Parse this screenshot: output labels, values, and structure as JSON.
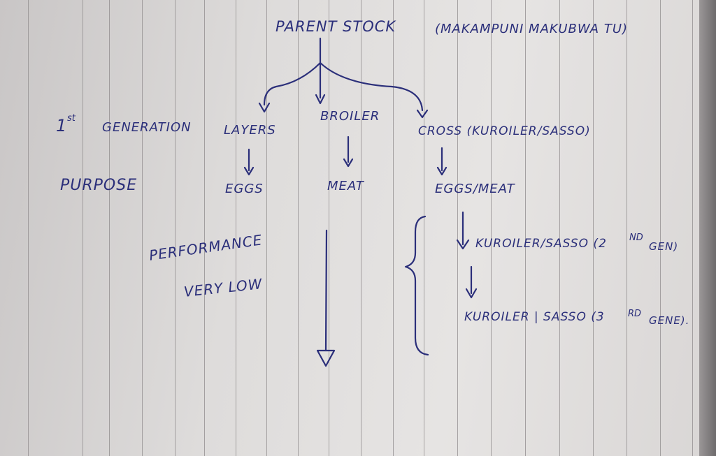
{
  "root": {
    "label": "PARENT STOCK",
    "note": "(MAKAMPUNI MAKUBWA TU)"
  },
  "row_labels": {
    "generation_label": "GENERATION",
    "generation_number": "1",
    "generation_sup": "st",
    "purpose": "PURPOSE"
  },
  "branches": [
    {
      "breed": "LAYERS",
      "purpose": "EGGS"
    },
    {
      "breed": "BROILER",
      "purpose": "MEAT"
    },
    {
      "breed": "CROSS (KUROILER/SASSO)",
      "purpose": "EGGS/MEAT"
    }
  ],
  "performance": {
    "line1": "PERFORMANCE",
    "line2": "VERY LOW"
  },
  "later_generations": [
    {
      "text": "KUROILER/SASSO (2",
      "sup": "ND",
      "suffix": "GEN)"
    },
    {
      "text": "KUROILER | SASSO (3",
      "sup": "RD",
      "suffix": "GENE)."
    }
  ],
  "ink_color": "#2b2f7a"
}
